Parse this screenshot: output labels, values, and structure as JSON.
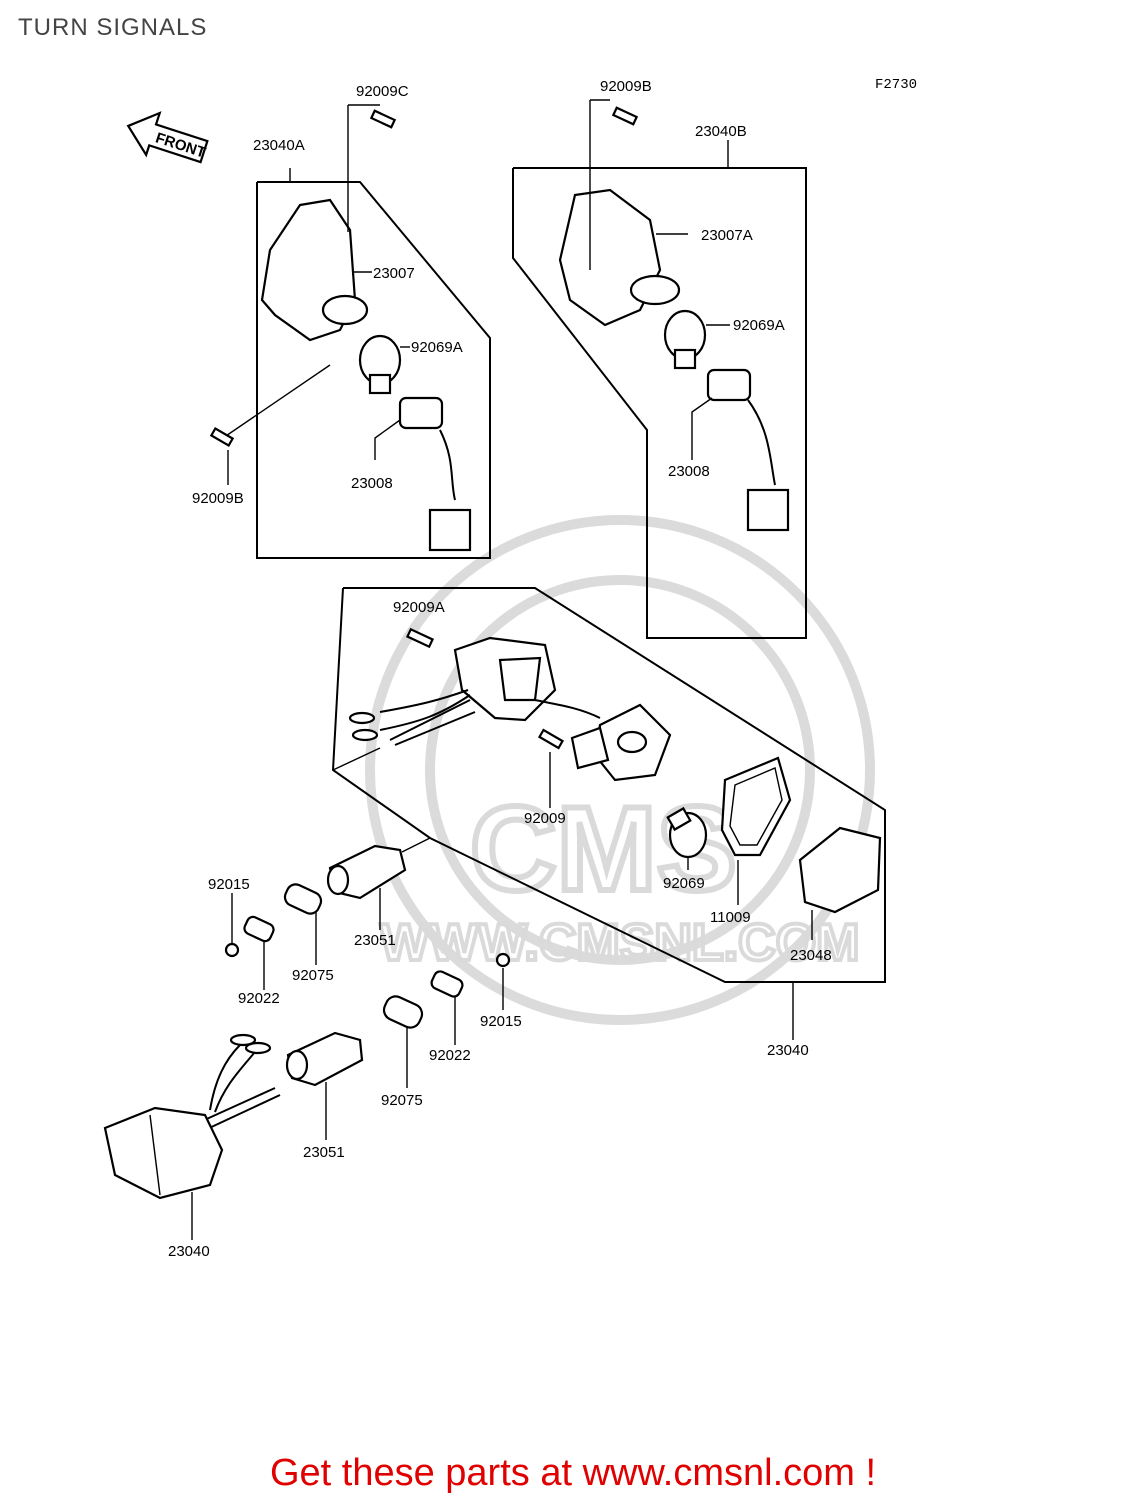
{
  "title": "TURN SIGNALS",
  "figure_code": "F2730",
  "front_label": "FRONT",
  "watermark": "WWW.CMSNL.COM",
  "watermark_logo": "CMS",
  "footer": "Get these parts at www.cmsnl.com !",
  "parts": {
    "p_92009C": "92009C",
    "p_23040A": "23040A",
    "p_23007": "23007",
    "p_92069A_left": "92069A",
    "p_92009B_left": "92009B",
    "p_23008_left": "23008",
    "p_92009B_right": "92009B",
    "p_23040B": "23040B",
    "p_23007A": "23007A",
    "p_92069A_right": "92069A",
    "p_23008_right": "23008",
    "p_92009A": "92009A",
    "p_92009": "92009",
    "p_92069": "92069",
    "p_11009": "11009",
    "p_23048": "23048",
    "p_23040_right": "23040",
    "p_92015_left": "92015",
    "p_92022_left": "92022",
    "p_92075_left": "92075",
    "p_23051_upper": "23051",
    "p_92015_right": "92015",
    "p_92022_right": "92022",
    "p_92075_right": "92075",
    "p_23051_lower": "23051",
    "p_23040_lower": "23040"
  }
}
